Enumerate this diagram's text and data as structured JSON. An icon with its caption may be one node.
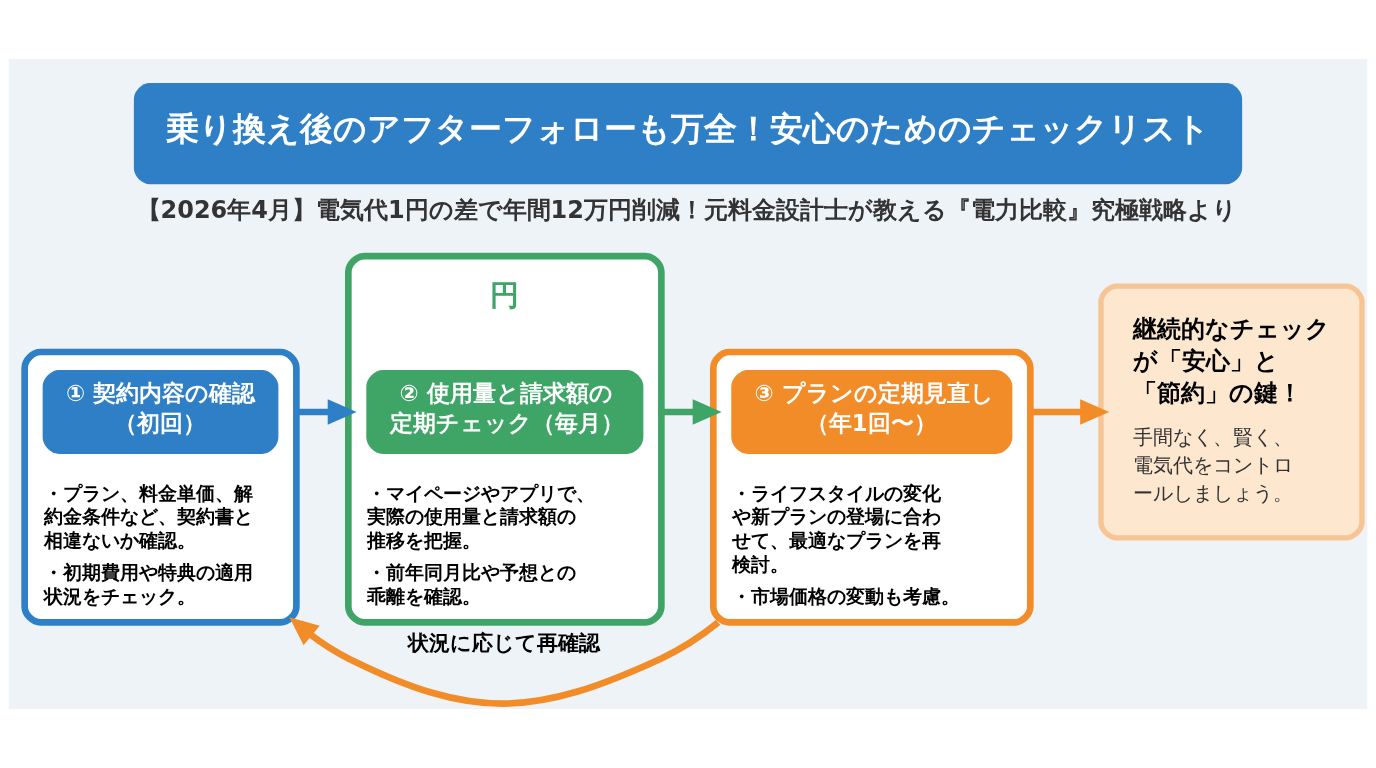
{
  "diagram": {
    "title": "乗り換え後のアフターフォローも万全！安心のためのチェックリスト",
    "caption": "【2026年4月】電気代1円の差で年間12万円削減！元料金設計士が教える『電力比較』究極戦略より",
    "nodes": [
      {
        "text": [
          "・プラン、料金単価、解約金条件など、契約書と相違ないか確認。",
          "・初期費用や特典の適用状況をチェック。"
        ]
      },
      {
        "text": [
          "① 契約内容の確認（初回）"
        ],
        "in": 0
      },
      {
        "text": [
          "・マイページやアプリで、実際の使用量と請求額の推移を把握。",
          "・前年同月比や予想との乖離を確認。"
        ]
      },
      {
        "text": [
          "② 使用量と請求額の定期チェック（毎月）"
        ],
        "in": 2
      },
      {
        "text": [
          "・ライフスタイルの変化や新プランの登場に合わせて、最適なプランを再検討。",
          "・市場価格の変動も考慮。"
        ]
      },
      {
        "text": [
          "③ プランの定期見直し（年1回〜）"
        ],
        "in": 4
      },
      {
        "text": [
          "継続的なチェックが「安心」と「節約」の鍵！",
          "手間なく、賢く、電気代をコントロールしましょう。"
        ]
      }
    ],
    "edges": [
      {
        "from": 0,
        "to": 2,
        "arrow": "to",
        "color": "#2f7fc6"
      },
      {
        "from": 2,
        "to": 4,
        "arrow": "to",
        "color": "#3ea566"
      },
      {
        "from": 4,
        "to": 6,
        "arrow": "to",
        "color": "#f28c28"
      },
      {
        "from": 4,
        "to": 0,
        "arrow": "to",
        "label": "状況に応じて再確認",
        "color": "#f28c28"
      }
    ],
    "labels": [
      "円"
    ]
  }
}
